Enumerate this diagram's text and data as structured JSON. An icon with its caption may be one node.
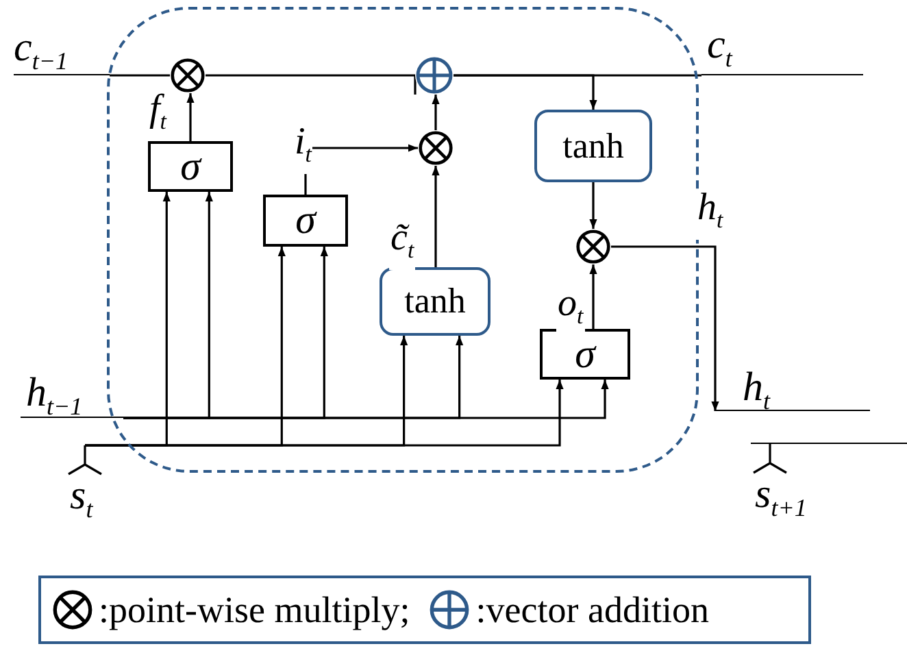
{
  "diagram": {
    "nodes": [
      {
        "text": [],
        "shape": "box"
      },
      {
        "text": [
          "c$_{t−1}$"
        ]
      },
      {
        "text": [
          "σ"
        ],
        "in": 0
      },
      {
        "text": [],
        "shape": "circle",
        "in": 0
      },
      {
        "text": [],
        "shape": "circle",
        "in": 0
      },
      {
        "text": [
          "c$_{t}$"
        ]
      },
      {
        "text": [
          "σ"
        ],
        "in": 0
      },
      {
        "text": [],
        "shape": "circle",
        "in": 0
      },
      {
        "text": [
          "tanh"
        ],
        "in": 0
      },
      {
        "text": [
          "tanh"
        ],
        "in": 0
      },
      {
        "text": [],
        "shape": "circle",
        "in": 0
      },
      {
        "text": [
          "σ"
        ],
        "in": 0
      },
      {
        "text": [
          "h$_{t−1}$"
        ]
      },
      {
        "text": [
          "h$_{t}$"
        ]
      },
      {
        "text": [
          "s$_{t}$"
        ]
      },
      {
        "text": [
          "s$_{t+1}$"
        ]
      }
    ],
    "edges": [
      {
        "from": 1,
        "to": 3,
        "arrow": "none"
      },
      {
        "from": 3,
        "to": 4,
        "arrow": "none"
      },
      {
        "from": 4,
        "to": 5,
        "arrow": "none"
      },
      {
        "from": 2,
        "to": 3,
        "arrow": "to",
        "label": "f$_{t}$"
      },
      {
        "from": 6,
        "to": 7,
        "arrow": "to",
        "label": "i$_{t}$"
      },
      {
        "from": 9,
        "to": 7,
        "arrow": "to",
        "label": "c̃$_{t}$"
      },
      {
        "from": 7,
        "to": 4,
        "arrow": "to"
      },
      {
        "from": 4,
        "to": 8,
        "arrow": "to"
      },
      {
        "from": 8,
        "to": 10,
        "arrow": "to"
      },
      {
        "from": 11,
        "to": 10,
        "arrow": "to",
        "label": "o$_{t}$"
      },
      {
        "from": 10,
        "to": 13,
        "arrow": "to",
        "label": "h$_{t}$"
      },
      {
        "from": 12,
        "to": 2,
        "arrow": "to"
      },
      {
        "from": 12,
        "to": 6,
        "arrow": "to"
      },
      {
        "from": 12,
        "to": 9,
        "arrow": "to"
      },
      {
        "from": 12,
        "to": 11,
        "arrow": "to"
      },
      {
        "from": 14,
        "to": 2,
        "arrow": "to"
      },
      {
        "from": 14,
        "to": 6,
        "arrow": "to"
      },
      {
        "from": 14,
        "to": 9,
        "arrow": "to"
      },
      {
        "from": 14,
        "to": 11,
        "arrow": "to"
      }
    ],
    "legend": [
      {
        "text": ":point-wise multiply;"
      },
      {
        "text": ":vector addition"
      }
    ]
  }
}
